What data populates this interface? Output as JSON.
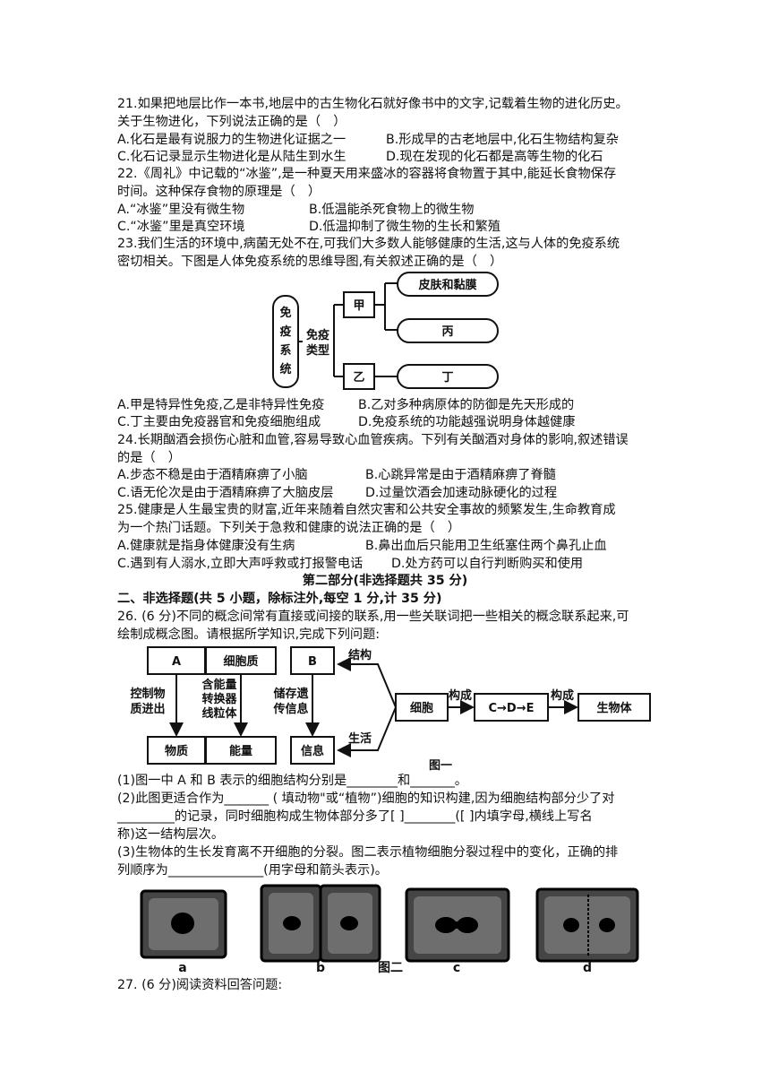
{
  "q21": {
    "stem1": "21.如果把地层比作一本书,地层中的古生物化石就好像书中的文字,记载着生物的进化历史。",
    "stem2": "关于生物进化，下列说法正确的是（　）",
    "A": "A.化石是最有说服力的生物进化证据之一",
    "B": "B.形成早的古老地层中,化石生物结构复杂",
    "C": "C.化石记录显示生物进化是从陆生到水生",
    "D": "D.现在发现的化石都是高等生物的化石"
  },
  "q22": {
    "stem1": "22.《周礼》中记载的“冰鉴”,是一种夏天用来盛冰的容器将食物置于其中,能延长食物保存",
    "stem2": "时间。这种保存食物的原理是（　）",
    "A": "A.“冰鉴”里没有微生物",
    "B": "B.低温能杀死食物上的微生物",
    "C": "C.“冰鉴”里是真空环境",
    "D": "D.低温抑制了微生物的生长和繁殖"
  },
  "q23": {
    "stem1": "23.我们生活的环境中,病菌无处不在,可我们大多数人能够健康的生活,这与人体的免疫系统",
    "stem2": "密切相关。下图是人体免疫系统的思维导图,有关叙述正确的是（　）",
    "diagram": {
      "root": "免疫系统",
      "type": "免疫类型",
      "jia": "甲",
      "yi": "乙",
      "skin": "皮肤和黏膜",
      "bing": "丙",
      "ding": "丁"
    },
    "A": "A.甲是特异性免疫,乙是非特异性免疫",
    "B": "B.乙对多种病原体的防御是先天形成的",
    "C": "C.丁主要由免疫器官和免疫细胞组成",
    "D": "D.免疫系统的功能越强说明身体越健康"
  },
  "q24": {
    "stem1": "24.长期酗酒会损伤心脏和血管,容易导致心血管疾病。下列有关酗酒对身体的影响,叙述错误",
    "stem2": "的是（　）",
    "A": "A.步态不稳是由于酒精麻痹了小脑",
    "B": "B.心跳异常是由于酒精麻痹了脊髓",
    "C": "C.语无伦次是由于酒精麻痹了大脑皮层",
    "D": "D.过量饮酒会加速动脉硬化的过程"
  },
  "q25": {
    "stem1": "25.健康是人生最宝贵的财富,近年来随着自然灾害和公共安全事故的频繁发生,生命教育成",
    "stem2": "为一个热门话题。下列关于急救和健康的说法正确的是（　）",
    "A": "A.健康就是指身体健康没有生病",
    "B": "B.鼻出血后只能用卫生纸塞住两个鼻孔止血",
    "C": "C.遇到有人溺水,立即大声呼救或打报警电话",
    "D": "D.处方药可以自行判断购买和使用"
  },
  "part2": "第二部分(非选择题共 35 分)",
  "section2": "二、非选择题(共 5 小题，除标注外,每空 1 分,计 35 分)",
  "q26": {
    "stem1": "26. (6 分)不同的概念间常有直接或间接的联系,用一些关联词把一些相关的概念联系起来,可",
    "stem2": "绘制成概念图。请根据所学知识,完成下列问题:",
    "fig1": {
      "A": "A",
      "cytoplasm": "细胞质",
      "B": "B",
      "ctrl": "控制物质进出",
      "converter": "含能量转换器线粒体",
      "store": "储存遗传信息",
      "substance": "物质",
      "energy": "能量",
      "info": "信息",
      "structure": "结构",
      "life": "生活",
      "cell": "细胞",
      "compose1": "构成",
      "cde": "C→D→E",
      "compose2": "构成",
      "organism": "生物体",
      "caption": "图一"
    },
    "p1": "(1)图一中 A 和 B 表示的细胞结构分别是________和_______。",
    "p2a": "(2)此图更适合作为_______ (  填动物\"或“植物”)细胞的知识构建,因为细胞结构部分少了对",
    "p2b": "_________的记录，同时细胞构成生物体部分多了[     ]________([     ]内填字母,横线上写名",
    "p2c": "称)这一结构层次。",
    "p3a": "(3)生物体的生长发育离不开细胞的分裂。图二表示植物细胞分裂过程中的变化，正确的排",
    "p3b": "列顺序为_______________(用字母和箭头表示)。",
    "fig2": {
      "a": "a",
      "b": "b",
      "c": "c",
      "d": "d",
      "caption": "图二"
    }
  },
  "q27": {
    "stem": "27. (6 分)阅读资料回答问题:"
  }
}
